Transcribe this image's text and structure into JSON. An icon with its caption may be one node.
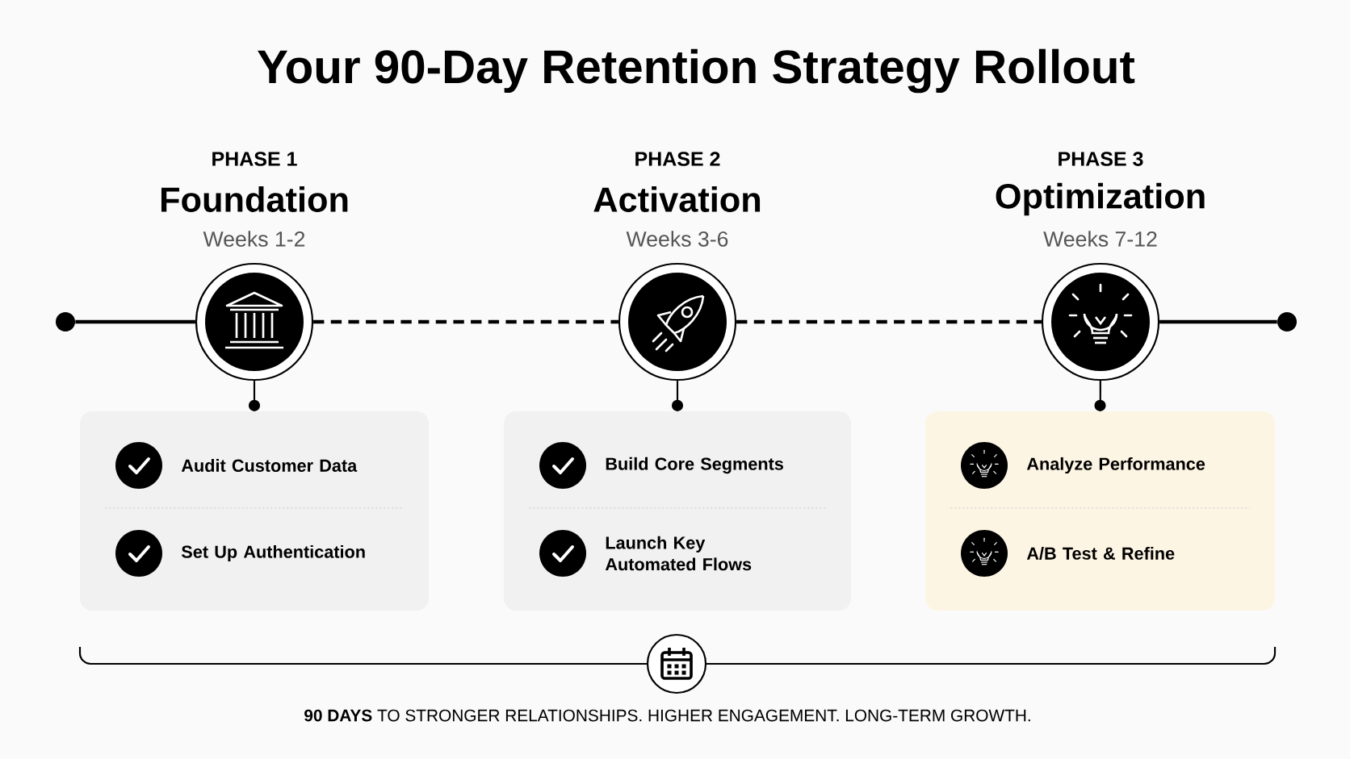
{
  "diagram": {
    "title": "Your 90-Day Retention Strategy Rollout",
    "caption": "**90 DAYS** TO STRONGER RELATIONSHIPS. HIGHER ENGAGEMENT. LONG-TERM GROWTH.",
    "nodes": [
      {
        "text": [],
        "shape": "circle"
      },
      {
        "text": [
          "PHASE 1",
          "Foundation",
          "Weeks 1-2"
        ]
      },
      {
        "text": [
          "PHASE 2",
          "Activation",
          "Weeks 3-6"
        ]
      },
      {
        "text": [
          "PHASE 3",
          "Optimization",
          "Weeks 7-12"
        ]
      },
      {
        "text": [],
        "shape": "circle"
      },
      {
        "text": [
          "Audit Customer Data",
          "Set Up Authentication"
        ]
      },
      {
        "text": [
          "Build Core Segments",
          "Launch Key Automated Flows"
        ]
      },
      {
        "text": [
          "Analyze Performance",
          "A/B Test & Refine"
        ]
      }
    ],
    "edges": [
      {
        "from": 0,
        "to": 1,
        "arrow": "none"
      },
      {
        "from": 1,
        "to": 2,
        "arrow": "none",
        "style": "dashed"
      },
      {
        "from": 2,
        "to": 3,
        "arrow": "none",
        "style": "dashed"
      },
      {
        "from": 3,
        "to": 4,
        "arrow": "none"
      },
      {
        "from": 1,
        "to": 5,
        "arrow": "other"
      },
      {
        "from": 2,
        "to": 6,
        "arrow": "other"
      },
      {
        "from": 3,
        "to": 7,
        "arrow": "other"
      }
    ]
  }
}
